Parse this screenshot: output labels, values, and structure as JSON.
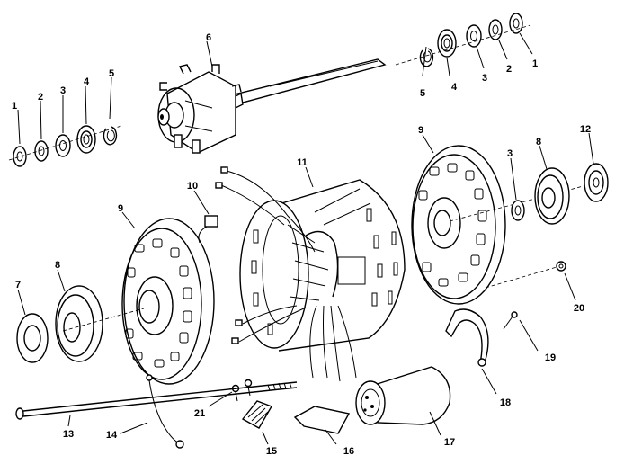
{
  "callouts": {
    "p1a": "1",
    "p2a": "2",
    "p3a": "3",
    "p4a": "4",
    "p5a": "5",
    "p6": "6",
    "p5b": "5",
    "p4b": "4",
    "p3b": "3",
    "p2b": "2",
    "p1b": "1",
    "p9a": "9",
    "p3c": "3",
    "p8a": "8",
    "p12": "12",
    "p11": "11",
    "p10": "10",
    "p9b": "9",
    "p8b": "8",
    "p7": "7",
    "p20": "20",
    "p19": "19",
    "p18": "18",
    "p21": "21",
    "p13": "13",
    "p14": "14",
    "p15": "15",
    "p16": "16",
    "p17": "17"
  }
}
